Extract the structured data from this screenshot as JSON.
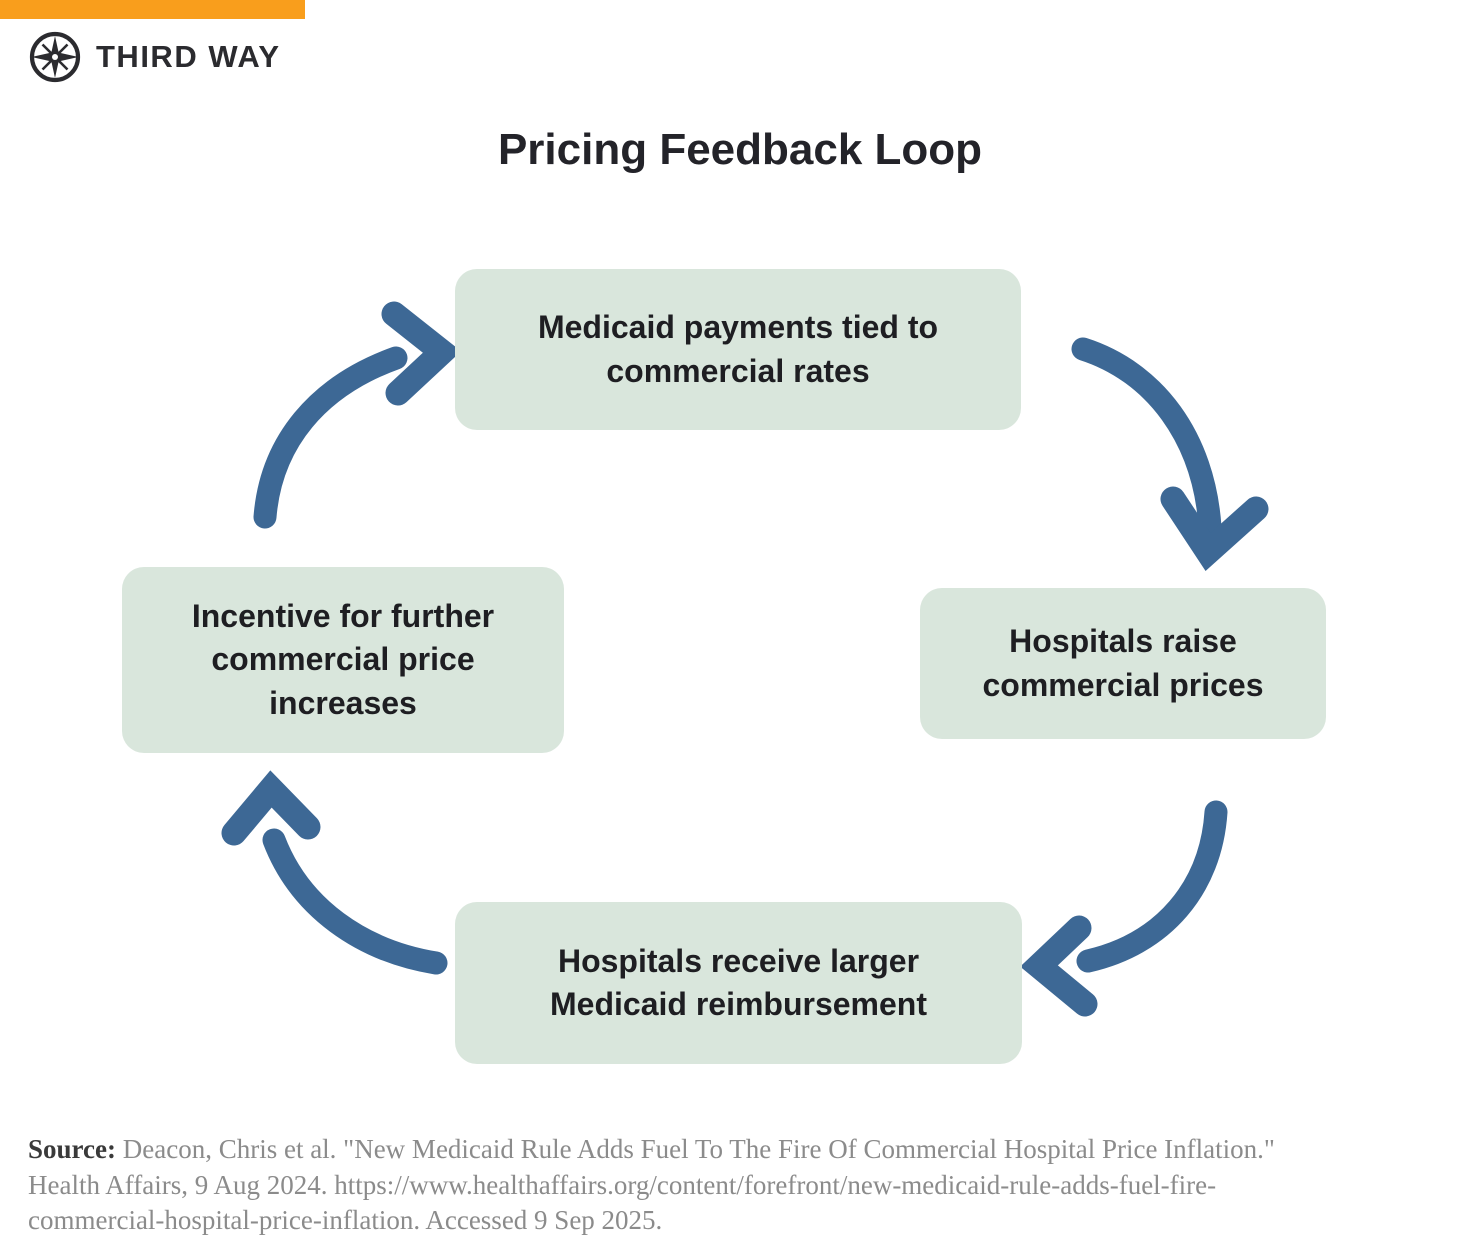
{
  "colors": {
    "accent": "#F99E1C",
    "box_bg": "#D9E6DC",
    "arrow": "#3D6895",
    "ink": "#232329",
    "source_gray": "#8B8B8B"
  },
  "brand": {
    "logo_text": "THIRD WAY"
  },
  "title": "Pricing Feedback Loop",
  "diagram": {
    "nodes": [
      {
        "id": "top",
        "label": "Medicaid payments tied to\ncommercial rates"
      },
      {
        "id": "right",
        "label": "Hospitals raise\ncommercial prices"
      },
      {
        "id": "bottom",
        "label": "Hospitals receive larger\nMedicaid reimbursement"
      },
      {
        "id": "left",
        "label": "Incentive for further\ncommercial price\nincreases"
      }
    ],
    "arrows": [
      "top-to-right",
      "right-to-bottom",
      "bottom-to-left",
      "left-to-top"
    ]
  },
  "source": {
    "label": "Source:",
    "line1": " Deacon, Chris et al. \"New Medicaid Rule Adds Fuel To The Fire Of Commercial Hospital Price Inflation.\"",
    "line2": "Health Affairs, 9 Aug 2024. https://www.healthaffairs.org/content/forefront/new-medicaid-rule-adds-fuel-fire-",
    "line3": "commercial-hospital-price-inflation. Accessed 9 Sep 2025."
  }
}
